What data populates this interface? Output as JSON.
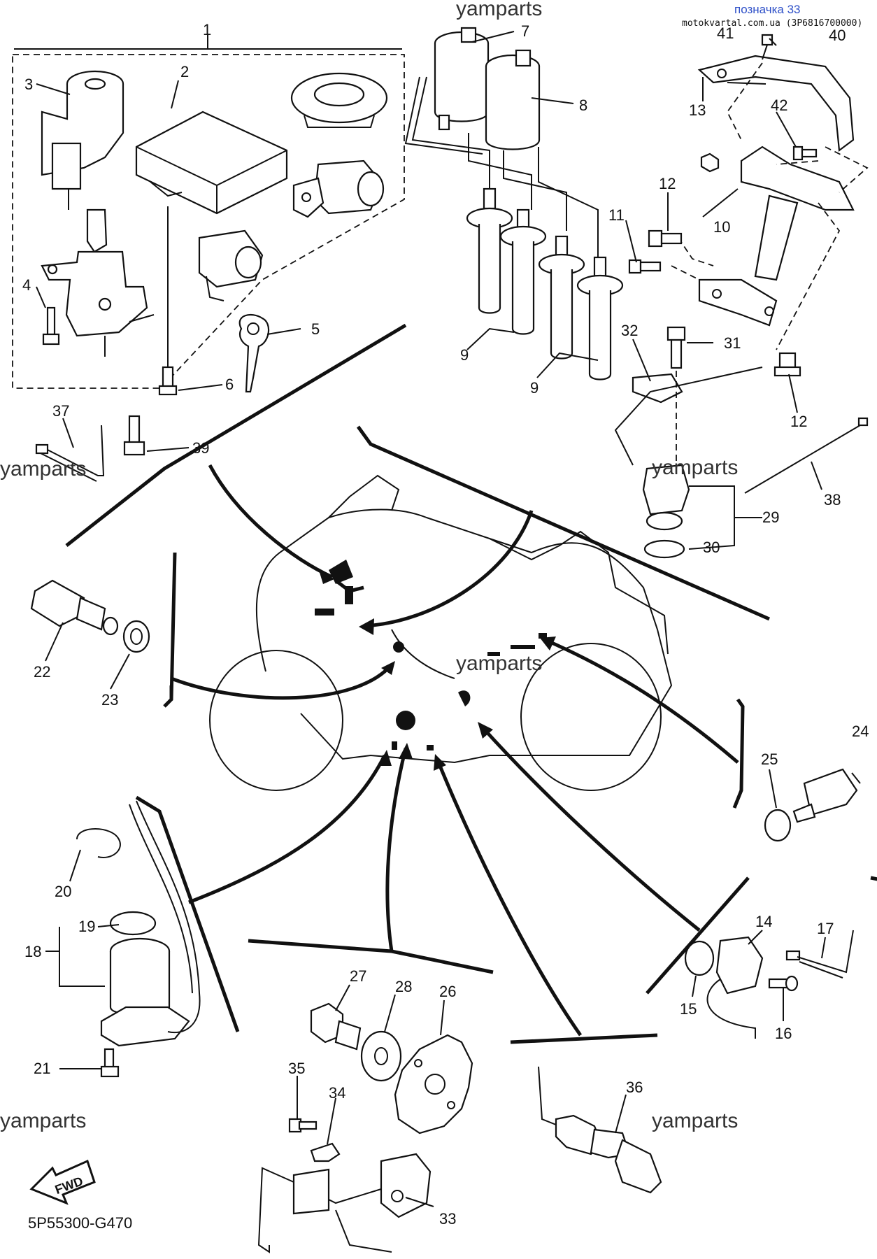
{
  "header": {
    "ref_label": "позначка 33",
    "source": "motokvartal.com.ua (3P6816700000)"
  },
  "watermark": "yamparts",
  "diagram_code": "5P55300-G470",
  "fwd_label": "FWD",
  "callouts": [
    "1",
    "2",
    "3",
    "4",
    "5",
    "6",
    "7",
    "8",
    "9",
    "9",
    "10",
    "11",
    "12",
    "12",
    "13",
    "14",
    "15",
    "16",
    "17",
    "18",
    "19",
    "20",
    "21",
    "22",
    "23",
    "24",
    "25",
    "26",
    "27",
    "28",
    "29",
    "30",
    "31",
    "32",
    "33",
    "34",
    "35",
    "36",
    "37",
    "38",
    "39",
    "40",
    "41",
    "42"
  ]
}
